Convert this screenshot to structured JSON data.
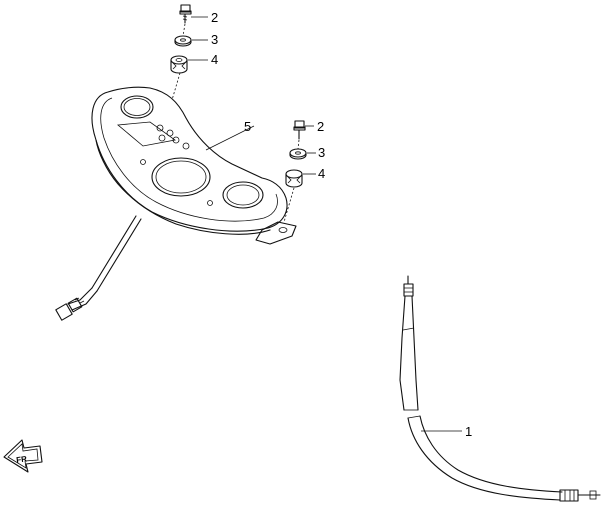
{
  "diagram": {
    "callouts": [
      {
        "id": "bolt-top",
        "label": "2"
      },
      {
        "id": "washer-top",
        "label": "3"
      },
      {
        "id": "grommet-top",
        "label": "4"
      },
      {
        "id": "bracket",
        "label": "5"
      },
      {
        "id": "bolt-right",
        "label": "2"
      },
      {
        "id": "washer-right",
        "label": "3"
      },
      {
        "id": "grommet-right",
        "label": "4"
      },
      {
        "id": "speedo-cable",
        "label": "1"
      }
    ],
    "direction_badge_text": "FR",
    "colors": {
      "line": "#111111",
      "background": "#ffffff"
    }
  }
}
